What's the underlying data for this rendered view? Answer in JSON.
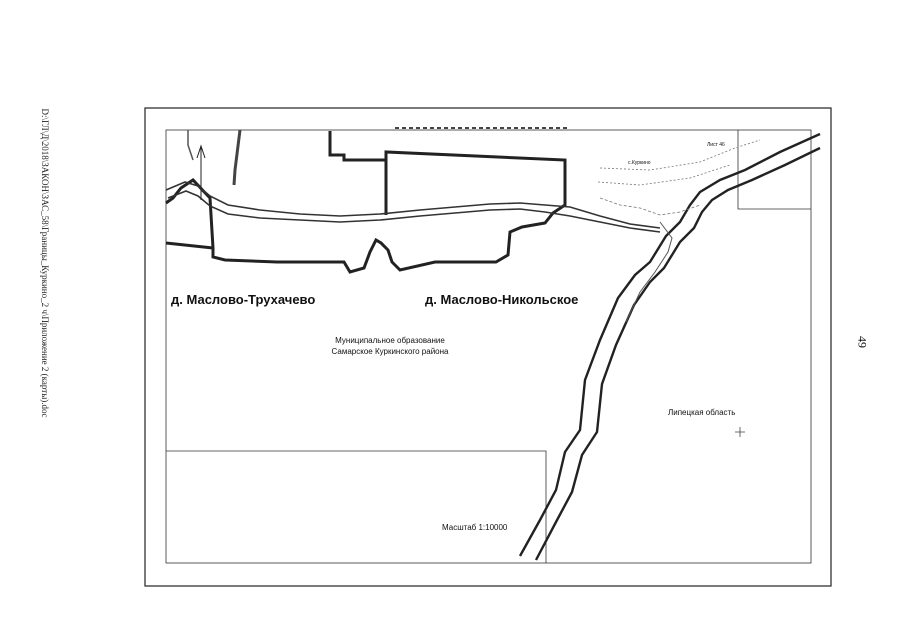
{
  "file_path_text": "D:\\ГЛ\\Д\\2018\\ЗАКОН\\ЗАС_58\\Границы_Куркино_2 ч\\Приложение 2 (карты).doc",
  "page_number": "49",
  "map": {
    "village_left": "д. Маслово-Трухачево",
    "village_right": "д. Маслово-Никольское",
    "municipality_line1": "Муниципальное образование",
    "municipality_line2": "Самарское Куркинского района",
    "region_label": "Липецкая область",
    "scale_label": "Масштаб 1:10000",
    "block_label": "Лист 46",
    "road_label": "с.Куркино"
  }
}
